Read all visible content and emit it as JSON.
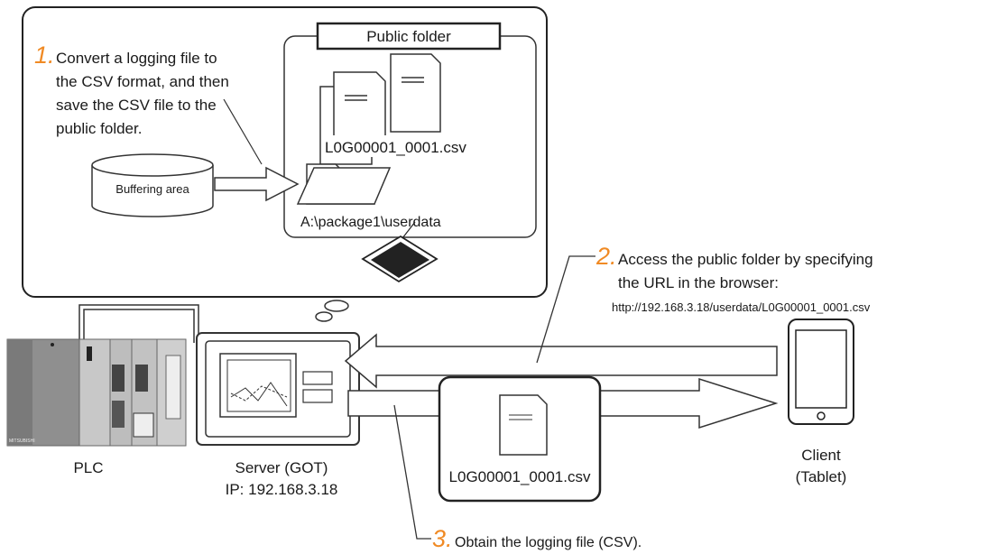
{
  "callout": {
    "public_folder_label": "Public folder",
    "step1": {
      "number": "1.",
      "lines": [
        "Convert a logging file to",
        "the CSV format, and then",
        "save the CSV file to the",
        "public folder."
      ]
    },
    "buffering_area_label": "Buffering area",
    "csv_filename": "L0G00001_0001.csv",
    "path_label": "A:\\package1\\userdata"
  },
  "step2": {
    "number": "2.",
    "lines": [
      "Access the public folder by specifying",
      "the URL in the browser:"
    ],
    "url": "http://192.168.3.18/userdata/L0G00001_0001.csv"
  },
  "step3": {
    "number": "3.",
    "text": "Obtain the logging file (CSV)."
  },
  "devices": {
    "plc_label": "PLC",
    "plc_brand": "MITSUBISHI",
    "server_label": "Server (GOT)",
    "server_ip": "IP: 192.168.3.18",
    "transfer_filename": "L0G00001_0001.csv",
    "client_label": "Client",
    "client_sub": "(Tablet)"
  },
  "colors": {
    "step_number": "#f08a24",
    "stroke": "#333333",
    "plc_body": "#b8b8b8"
  }
}
